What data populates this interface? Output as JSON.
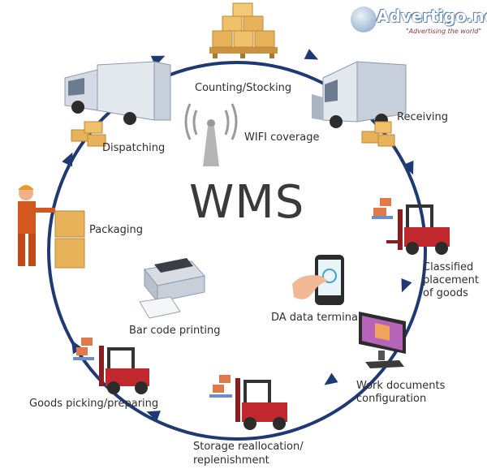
{
  "title": "WMS",
  "watermark": {
    "name": "Advertigo.net",
    "tagline": "\"Advertising the world\""
  },
  "steps": {
    "counting": "Counting/Stocking",
    "receiving": "Receiving",
    "classified": [
      "Classified",
      "placement",
      "of goods"
    ],
    "work_docs": [
      "Work documents",
      "configuration"
    ],
    "storage": [
      "Storage reallocation/",
      "replenishment"
    ],
    "picking": "Goods picking/preparing",
    "packaging": "Packaging",
    "dispatching": "Dispatching"
  },
  "center_items": {
    "wifi": "WIFI coverage",
    "terminal": "DA data terminal",
    "barcode": "Bar code printing"
  },
  "colors": {
    "cycle": "#1f3a73",
    "forklift": "#c0282d",
    "box": "#e8b25a",
    "truck": "#b8c2d0"
  }
}
